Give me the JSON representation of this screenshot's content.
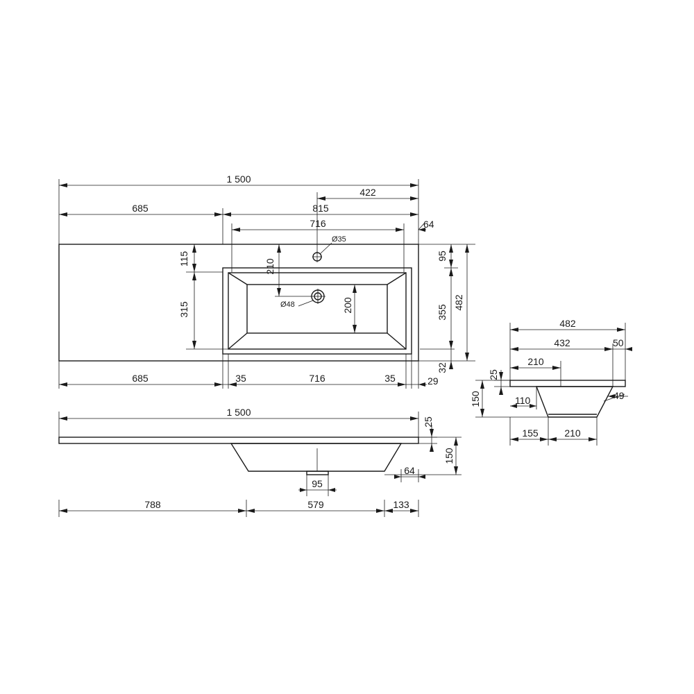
{
  "top_view": {
    "overall_width": "1 500",
    "tap_offset_right": "422",
    "left_deck": "685",
    "bowl_zone": "815",
    "bowl_width": "716",
    "right_margin": "64",
    "tap_hole": "Ø35",
    "drain_hole": "Ø48",
    "deck_to_bowl": "115",
    "bowl_depth_left": "315",
    "tap_to_drain": "210",
    "bowl_inner_depth": "200",
    "tap_from_back": "95",
    "bowl_outer": "355",
    "total_depth": "482",
    "front_margin": "32",
    "bottom_left_deck": "685",
    "bottom_rim_left": "35",
    "bottom_bowl": "716",
    "bottom_rim_right": "35",
    "bottom_edge_right": "29"
  },
  "front_view": {
    "overall_width": "1 500",
    "top_thickness": "25",
    "bowl_height": "150",
    "drain_width": "95",
    "right_offset": "64",
    "left_to_bowl": "788",
    "bowl_width": "579",
    "right_edge": "133"
  },
  "side_view": {
    "total_depth": "482",
    "depth_inner": "432",
    "front_lip": "50",
    "back_to_bowl": "210",
    "top_thickness": "25",
    "bowl_height": "150",
    "inner_offset": "110",
    "slope_angle": "49",
    "base_offset": "155",
    "base_width": "210"
  }
}
